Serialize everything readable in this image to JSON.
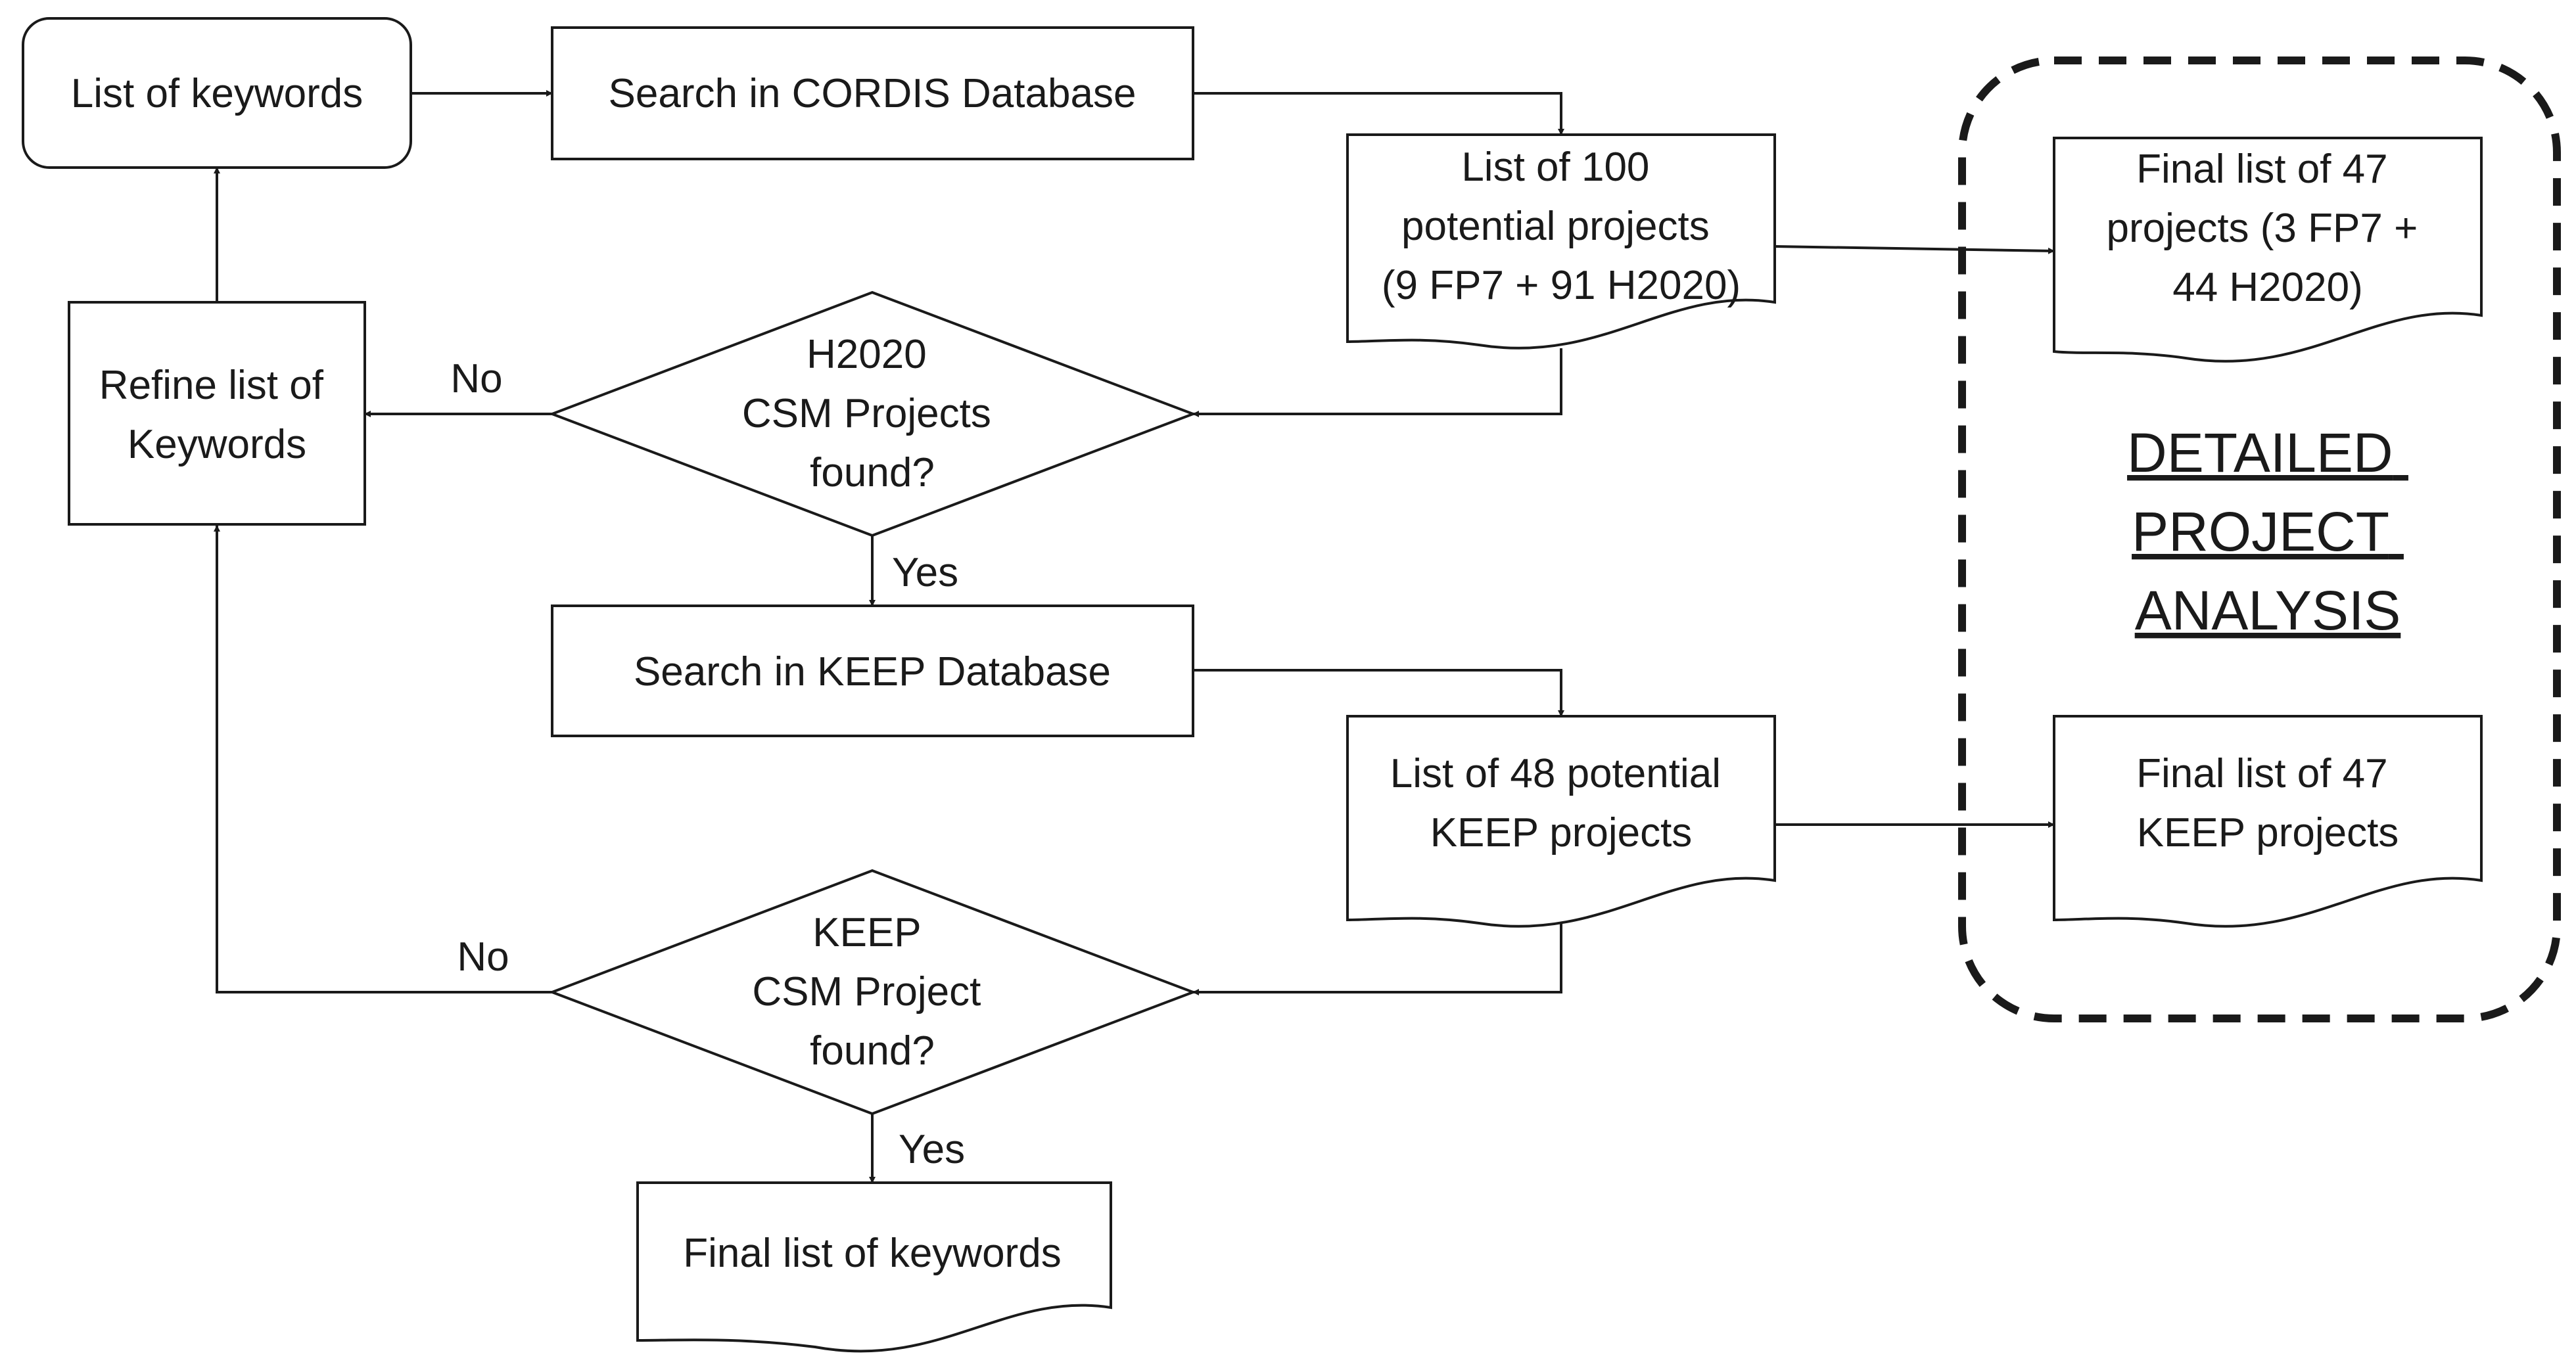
{
  "nodes": {
    "list_keywords": {
      "lines": [
        "List of keywords"
      ]
    },
    "search_cordis": {
      "lines": [
        "Search in CORDIS Database"
      ]
    },
    "list_100": {
      "lines": [
        "List of 100",
        "potential projects",
        "(9 FP7 + 91 H2020)"
      ]
    },
    "final_47_projects": {
      "lines": [
        "Final list of 47",
        "projects (3 FP7 +",
        "44 H2020)"
      ]
    },
    "refine_keywords": {
      "lines": [
        "Refine list of",
        "Keywords"
      ]
    },
    "h2020_decision": {
      "lines": [
        "H2020",
        "CSM Projects",
        "found?"
      ]
    },
    "search_keep": {
      "lines": [
        "Search in KEEP Database"
      ]
    },
    "list_48": {
      "lines": [
        "List of 48 potential",
        "KEEP projects"
      ]
    },
    "final_47_keep": {
      "lines": [
        "Final list of 47",
        "KEEP projects"
      ]
    },
    "keep_decision": {
      "lines": [
        "KEEP",
        "CSM Project",
        "found?"
      ]
    },
    "final_keywords": {
      "lines": [
        "Final list of keywords"
      ]
    }
  },
  "edge_labels": {
    "no_h2020": "No",
    "yes_h2020": "Yes",
    "no_keep": "No",
    "yes_keep": "Yes"
  },
  "region": {
    "lines": [
      "DETAILED",
      "PROJECT",
      "ANALYSIS"
    ]
  }
}
